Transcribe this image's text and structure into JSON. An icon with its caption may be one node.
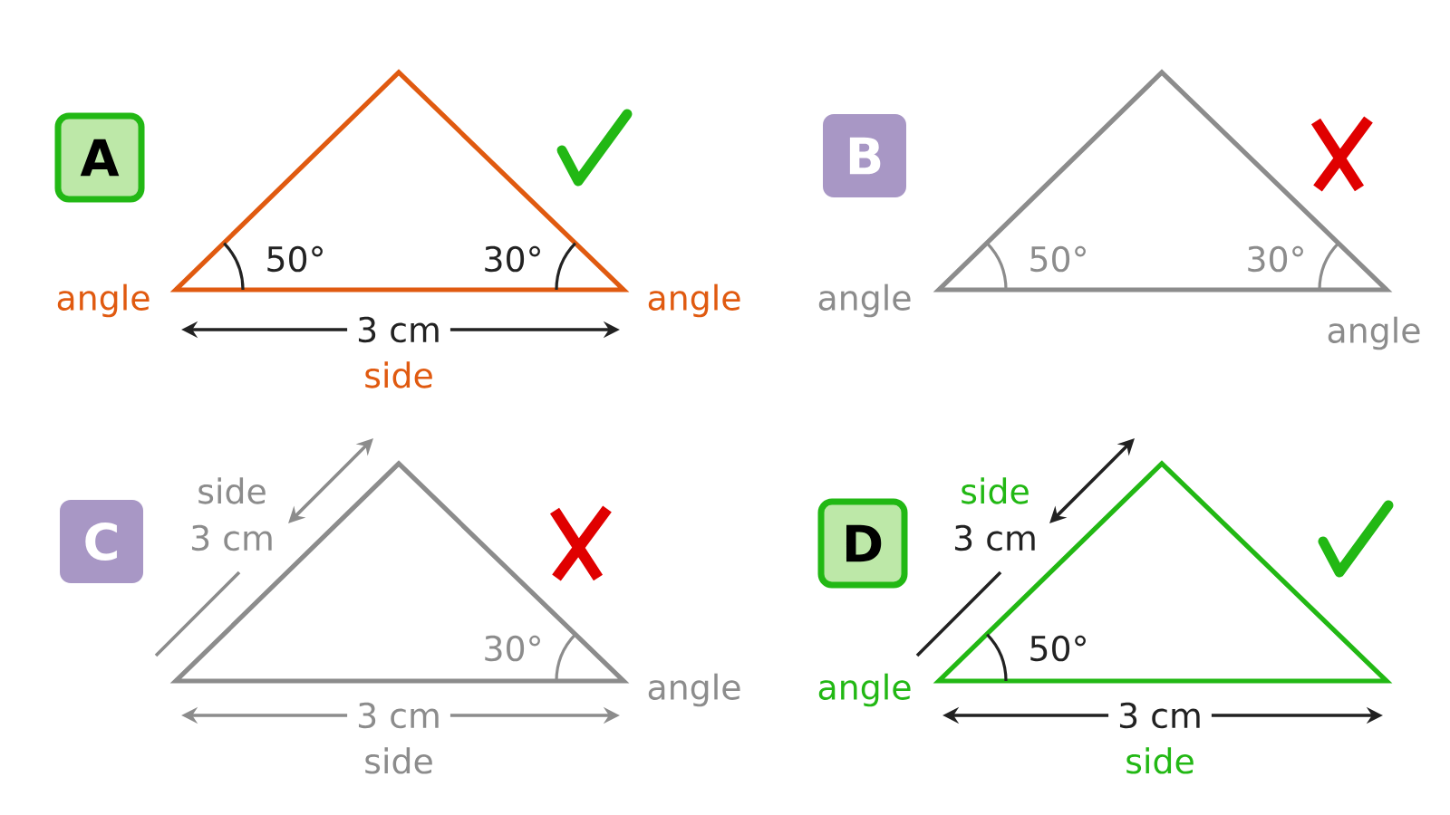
{
  "diagram": {
    "nodes": [
      {
        "text": [
          "A"
        ]
      },
      {
        "text": [
          "B"
        ]
      },
      {
        "text": [
          "C"
        ]
      },
      {
        "text": [
          "D"
        ]
      }
    ],
    "labels": [
      "50°",
      "30°",
      "angle",
      "angle",
      "3 cm",
      "side",
      "50°",
      "30°",
      "angle",
      "angle",
      "side",
      "3 cm",
      "30°",
      "angle",
      "3 cm",
      "side",
      "side",
      "3 cm",
      "50°",
      "angle",
      "3 cm",
      "side"
    ]
  }
}
